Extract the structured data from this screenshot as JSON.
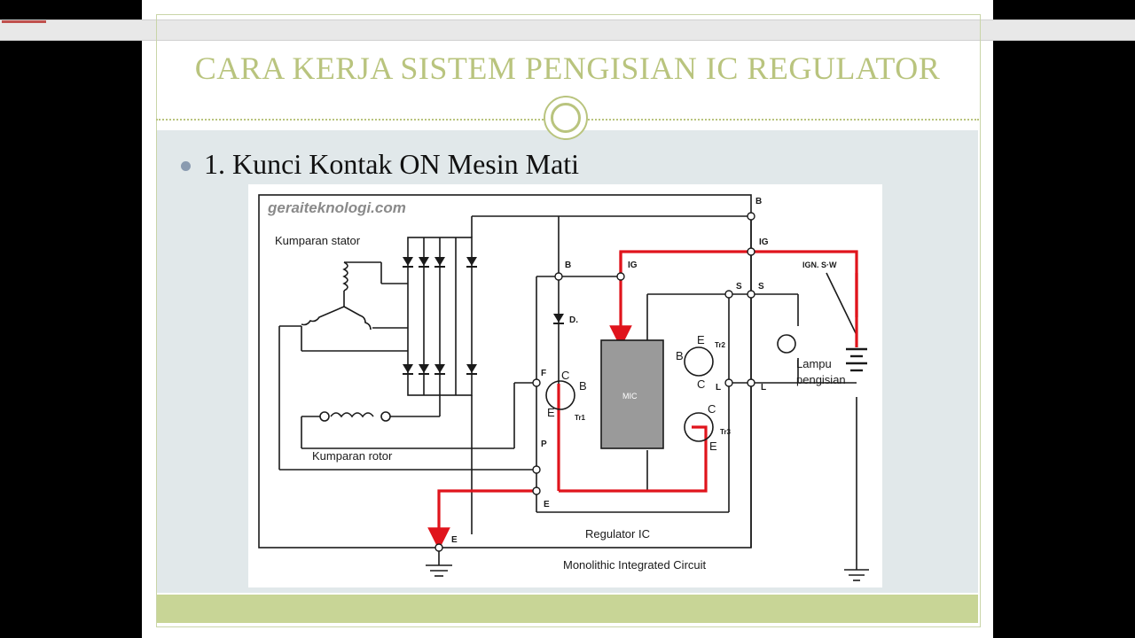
{
  "slide": {
    "title": "CARA KERJA SISTEM PENGISIAN IC REGULATOR",
    "bullet": "1. Kunci Kontak ON Mesin Mati"
  },
  "diagram": {
    "watermark": "geraiteknologi.com",
    "labels": {
      "stator": "Kumparan stator",
      "rotor": "Kumparan rotor",
      "regulator": "Regulator IC",
      "monolithic": "Monolithic Integrated Circuit",
      "mic": "MIC",
      "lamp": "Lampu pengisian",
      "lamp_line1": "Lampu",
      "lamp_line2": "pengisian",
      "ign": "IGN. S·W",
      "b_top": "B",
      "b_mid": "B",
      "ig_left": "IG",
      "ig_right": "IG",
      "s_left": "S",
      "s_right": "S",
      "l_left": "L",
      "l_right": "L",
      "f": "F",
      "p": "P",
      "e_ground": "E",
      "e_bottom": "E",
      "d": "D.",
      "tr1": "Tr1",
      "tr2": "Tr2",
      "tr3": "Tr3",
      "c1": "C",
      "b1": "B",
      "e1": "E",
      "c2": "C",
      "b2": "B",
      "e2": "E",
      "c3": "C",
      "e3": "E"
    }
  },
  "colors": {
    "title": "#b9c47e",
    "content_bg": "#e1e8ea",
    "footer_band": "#c8d596",
    "current_path": "#e0141c",
    "wire": "#1a1a1a"
  }
}
